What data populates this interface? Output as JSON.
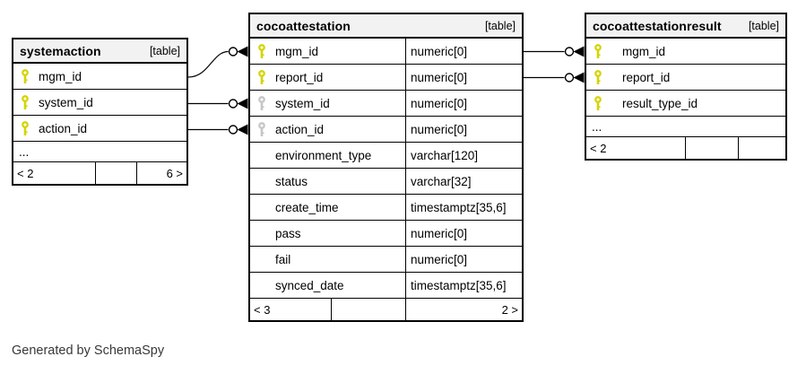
{
  "tables": [
    {
      "name": "systemaction",
      "badge": "[table]",
      "columns": [
        {
          "name": "mgm_id",
          "key": "pk"
        },
        {
          "name": "system_id",
          "key": "pk"
        },
        {
          "name": "action_id",
          "key": "pk"
        }
      ],
      "ellipsis": "...",
      "footer": {
        "left": "< 2",
        "middle": "",
        "right": "6 >"
      }
    },
    {
      "name": "cocoattestation",
      "badge": "[table]",
      "columns": [
        {
          "name": "mgm_id",
          "type": "numeric[0]",
          "key": "pk"
        },
        {
          "name": "report_id",
          "type": "numeric[0]",
          "key": "pk"
        },
        {
          "name": "system_id",
          "type": "numeric[0]",
          "key": "fk"
        },
        {
          "name": "action_id",
          "type": "numeric[0]",
          "key": "fk"
        },
        {
          "name": "environment_type",
          "type": "varchar[120]",
          "key": null
        },
        {
          "name": "status",
          "type": "varchar[32]",
          "key": null
        },
        {
          "name": "create_time",
          "type": "timestamptz[35,6]",
          "key": null
        },
        {
          "name": "pass",
          "type": "numeric[0]",
          "key": null
        },
        {
          "name": "fail",
          "type": "numeric[0]",
          "key": null
        },
        {
          "name": "synced_date",
          "type": "timestamptz[35,6]",
          "key": null
        }
      ],
      "footer": {
        "left": "< 3",
        "middle": "",
        "right": "2 >"
      }
    },
    {
      "name": "cocoattestationresult",
      "badge": "[table]",
      "columns": [
        {
          "name": "mgm_id",
          "key": "pk"
        },
        {
          "name": "report_id",
          "key": "pk"
        },
        {
          "name": "result_type_id",
          "key": "pk"
        }
      ],
      "ellipsis": "...",
      "footer": {
        "left": "< 2",
        "middle": "",
        "right": ""
      }
    }
  ],
  "relationships": [
    {
      "from": "systemaction.mgm_id",
      "to": "cocoattestation.mgm_id"
    },
    {
      "from": "systemaction.system_id",
      "to": "cocoattestation.system_id"
    },
    {
      "from": "systemaction.action_id",
      "to": "cocoattestation.action_id"
    },
    {
      "from": "cocoattestation.mgm_id",
      "to": "cocoattestationresult.mgm_id"
    },
    {
      "from": "cocoattestation.report_id",
      "to": "cocoattestationresult.report_id"
    }
  ],
  "note": "Generated by SchemaSpy",
  "colors": {
    "primary_key": "#d4d404",
    "foreign_key": "#c6c6c6",
    "header_bg": "#f2f2f2",
    "border": "#000000"
  }
}
